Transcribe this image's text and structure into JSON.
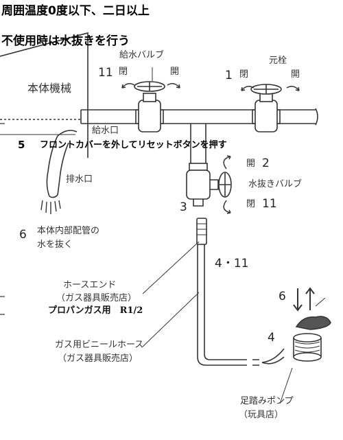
{
  "header": {
    "line1": "周囲温度0度以下、二日以上",
    "line2": "不使用時は水抜きを行う"
  },
  "labels": {
    "water_valve": "給水バルブ",
    "step11_top": "11",
    "open_a": "閉",
    "close_a": "開",
    "step1": "1",
    "main_valve": "元栓",
    "open_b": "閉",
    "close_b": "開",
    "unit": "本体機械",
    "water_inlet": "給水口",
    "step5": "5",
    "step5_text": "フロントカバーを外してリセットボタンを押す",
    "drain_outlet": "排水口",
    "valve_open": "開",
    "step2": "2",
    "drain_valve": "水抜きバルブ",
    "step3": "3",
    "valve_close": "閉",
    "step11_b": "11",
    "step6": "6",
    "step6_text_1": "本体内部配管の",
    "step6_text_2": "水を抜く",
    "step4_11": "4・11",
    "hose_end": "ホースエンド",
    "hose_end_shop": "（ガス器具販売店）",
    "propane": "プロパンガス用　R1/2",
    "step6_pump": "6",
    "gas_hose": "ガス用ビニールホース",
    "gas_hose_shop": "（ガス器具販売店）",
    "step4": "4",
    "foot_pump": "足踏みポンプ",
    "toy_shop": "（玩具店）"
  },
  "colors": {
    "line": "#333333",
    "text": "#222222",
    "shoe": "#555555"
  }
}
